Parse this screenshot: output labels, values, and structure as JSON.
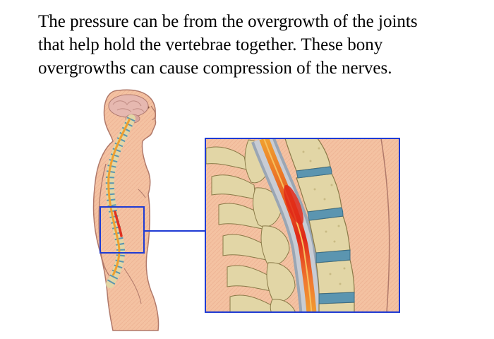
{
  "caption": {
    "lines": [
      "The pressure can be from the overgrowth of the joints",
      "that help hold the vertebrae together. These bony",
      "overgrowths can cause compression of the nerves."
    ]
  },
  "colors": {
    "skin": "#f4c2a2",
    "outline": "#b0796a",
    "bone": "#e2d6a6",
    "disc": "#5b95b0",
    "cord": "#f0a030",
    "inflamed": "#e03020",
    "frame": "#1f3bd4"
  }
}
